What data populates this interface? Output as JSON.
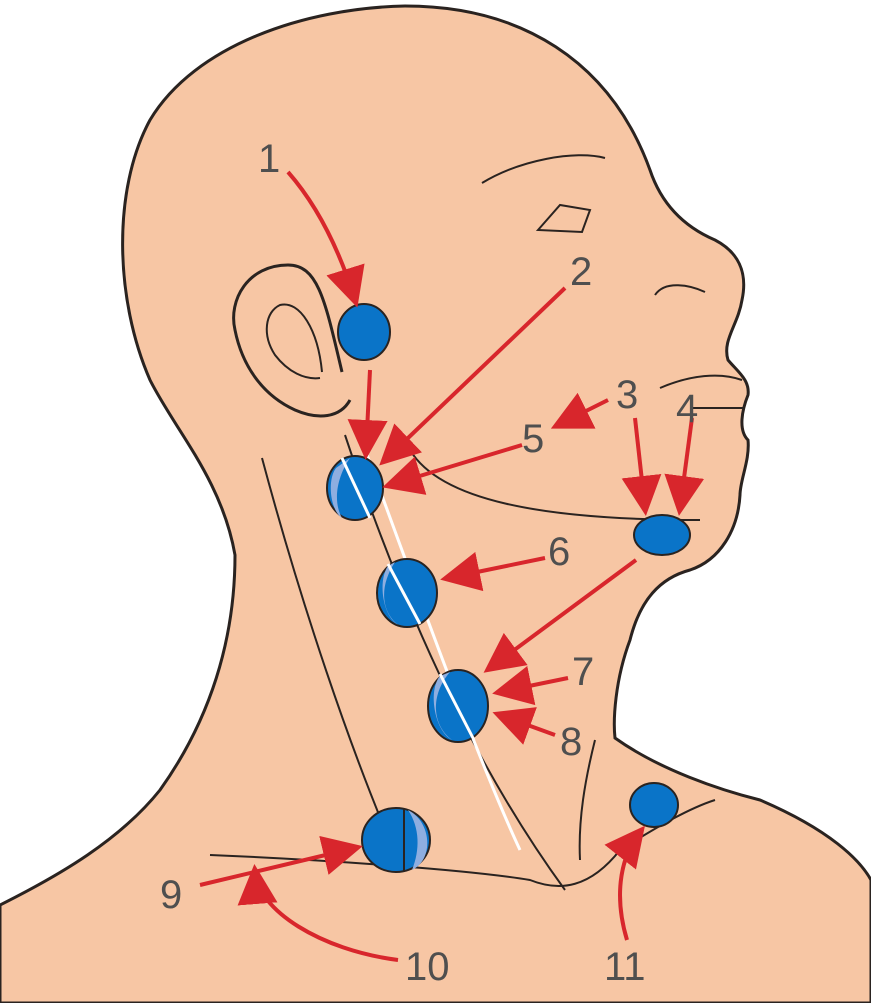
{
  "colors": {
    "skin": "#f7c6a4",
    "outline": "#2a2320",
    "node_blue": "#0a74c8",
    "node_light": "#8eaee0",
    "arrow": "#d8262c",
    "label": "#4f4f4f",
    "sternocleidomastoid_line": "#ffffff"
  },
  "labels": {
    "n1": "1",
    "n2": "2",
    "n3": "3",
    "n4": "4",
    "n5": "5",
    "n6": "6",
    "n7": "7",
    "n8": "8",
    "n9": "9",
    "n10": "10",
    "n11": "11"
  }
}
